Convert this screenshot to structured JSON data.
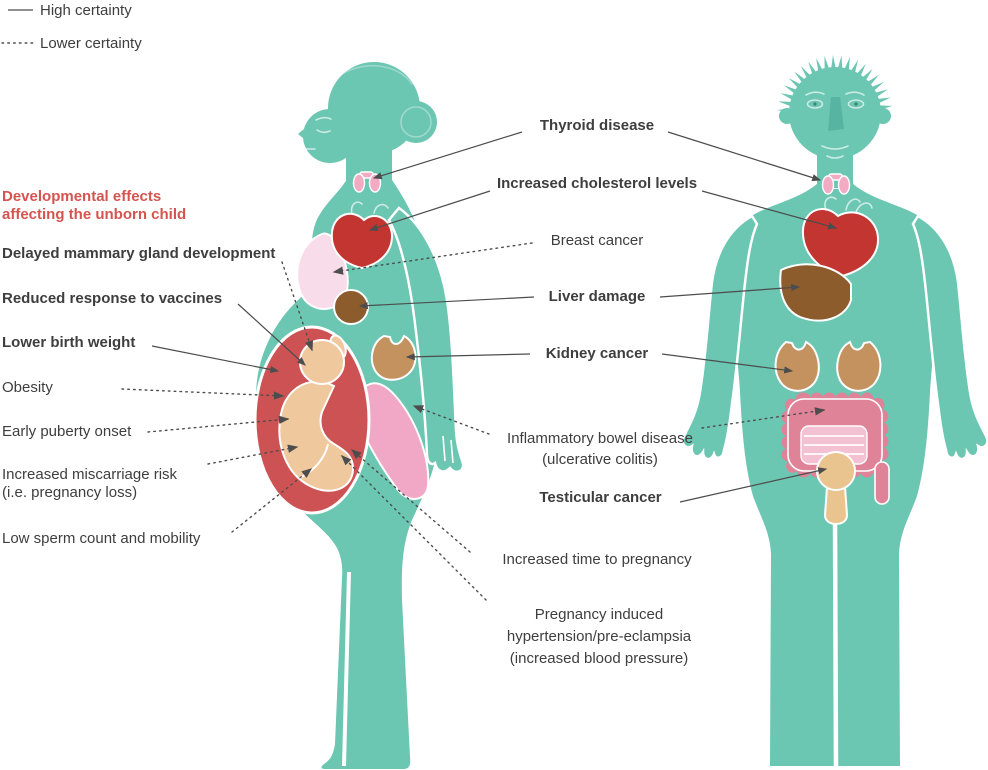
{
  "legend": {
    "items": [
      {
        "label": "High certainty",
        "line_style": "solid"
      },
      {
        "label": "Lower certainty",
        "line_style": "dotted"
      }
    ]
  },
  "heading": {
    "lines": [
      "Developmental effects",
      "affecting the unborn child"
    ]
  },
  "left_labels": [
    {
      "text": "Delayed mammary gland development",
      "emphasis": "bold",
      "certainty": "lower",
      "targets": [
        "fetus"
      ]
    },
    {
      "text": "Reduced response to vaccines",
      "emphasis": "bold",
      "certainty": "high",
      "targets": [
        "fetus"
      ]
    },
    {
      "text": "Lower birth weight",
      "emphasis": "bold",
      "certainty": "high",
      "targets": [
        "fetus"
      ]
    },
    {
      "text": "Obesity",
      "emphasis": "regular",
      "certainty": "lower",
      "targets": [
        "fetus"
      ]
    },
    {
      "text": "Early puberty onset",
      "emphasis": "regular",
      "certainty": "lower",
      "targets": [
        "fetus"
      ]
    },
    {
      "text": "Increased miscarriage risk",
      "line2": "(i.e. pregnancy loss)",
      "emphasis": "regular",
      "certainty": "lower",
      "targets": [
        "uterus"
      ]
    },
    {
      "text": "Low sperm count and mobility",
      "emphasis": "regular",
      "certainty": "lower",
      "targets": [
        "fetus"
      ]
    }
  ],
  "center_labels": [
    {
      "text": "Thyroid disease",
      "emphasis": "bold",
      "certainty": "high",
      "targets": [
        "woman-thyroid",
        "man-thyroid"
      ]
    },
    {
      "text": "Increased cholesterol levels",
      "emphasis": "bold",
      "certainty": "high",
      "targets": [
        "woman-heart",
        "man-heart"
      ]
    },
    {
      "text": "Breast cancer",
      "emphasis": "regular",
      "certainty": "lower",
      "targets": [
        "woman-breast"
      ]
    },
    {
      "text": "Liver damage",
      "emphasis": "bold",
      "certainty": "high",
      "targets": [
        "woman-liver",
        "man-liver"
      ]
    },
    {
      "text": "Kidney cancer",
      "emphasis": "bold",
      "certainty": "high",
      "targets": [
        "woman-kidney",
        "man-kidney"
      ]
    },
    {
      "text": "Inflammatory bowel disease",
      "line2": "(ulcerative colitis)",
      "emphasis": "regular",
      "certainty": "lower",
      "targets": [
        "woman-abdomen",
        "man-intestine"
      ]
    },
    {
      "text": "Testicular cancer",
      "emphasis": "bold",
      "certainty": "high",
      "targets": [
        "man-testes"
      ]
    },
    {
      "text": "Increased time to pregnancy",
      "emphasis": "regular",
      "certainty": "lower",
      "targets": [
        "uterus"
      ]
    },
    {
      "text": "Pregnancy induced",
      "line2": "hypertension/pre-eclampsia",
      "line3": "(increased blood pressure)",
      "emphasis": "regular",
      "certainty": "lower",
      "targets": [
        "uterus"
      ]
    }
  ],
  "figures": {
    "left": "pregnant woman, side profile",
    "right": "man, front view"
  },
  "colors": {
    "body": "#6bc6b2",
    "shade": "#58b4a2",
    "heart": "#c23531",
    "uterus": "#cd5253",
    "fetus": "#efc89d",
    "breast": "#f9dcea",
    "thyroid": "#f3abc3",
    "abdo": "#f1a8c6",
    "liver": "#8c5c2d",
    "kidney": "#c4925f",
    "lint": "#df8398",
    "sint": "#f4c1d2",
    "testes": "#eac48f",
    "accent": "#d5544f",
    "text": "#3e3e3e",
    "line": "#4d4d4d"
  }
}
